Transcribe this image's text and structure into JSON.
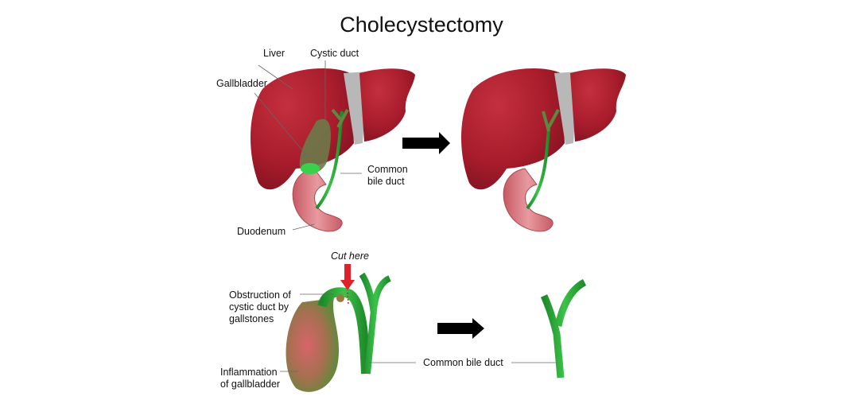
{
  "title": "Cholecystectomy",
  "top_panel": {
    "before_labels": {
      "liver": "Liver",
      "cystic_duct": "Cystic duct",
      "gallbladder": "Gallbladder",
      "common_bile_duct": "Common\nbile duct",
      "duodenum": "Duodenum"
    }
  },
  "bottom_panel": {
    "cut_here": "Cut here",
    "obstruction": "Obstruction of\ncystic duct by\ngallstones",
    "inflammation": "Inflammation\nof gallbladder",
    "common_bile_duct": "Common bile duct"
  },
  "colors": {
    "liver": "#a81c2c",
    "liver_dark": "#7e1220",
    "ligament": "#b8b8b8",
    "duodenum": "#d9747c",
    "bile_duct": "#2fa83a",
    "gallbladder": "#6b7a4a",
    "cut_arrow": "#e0202a",
    "arrow": "#000000"
  }
}
